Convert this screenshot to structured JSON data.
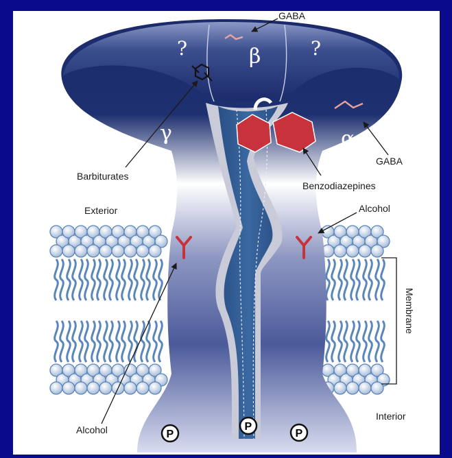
{
  "labels": {
    "gaba_top": "GABA",
    "gaba_right": "GABA",
    "barbiturates": "Barbiturates",
    "benzodiazepines": "Benzodiazepines",
    "alcohol_right": "Alcohol",
    "alcohol_left": "Alcohol",
    "exterior": "Exterior",
    "interior": "Interior",
    "membrane": "Membrane"
  },
  "subunits": {
    "beta": "β",
    "gamma": "γ",
    "alpha": "α",
    "unknown_left": "?",
    "unknown_right": "?"
  },
  "phosphate_symbol": "P",
  "colors": {
    "background_frame": "#0a0a8c",
    "panel": "#ffffff",
    "receptor_dark": "#1b2a6b",
    "receptor_light": "#ffffff",
    "channel": "#2f5b8f",
    "benzodiazepine_site": "#c8323c",
    "alcohol_site": "#c8323c",
    "gaba_molecule": "#e8a0a0",
    "lipid": "#5b86b8"
  }
}
